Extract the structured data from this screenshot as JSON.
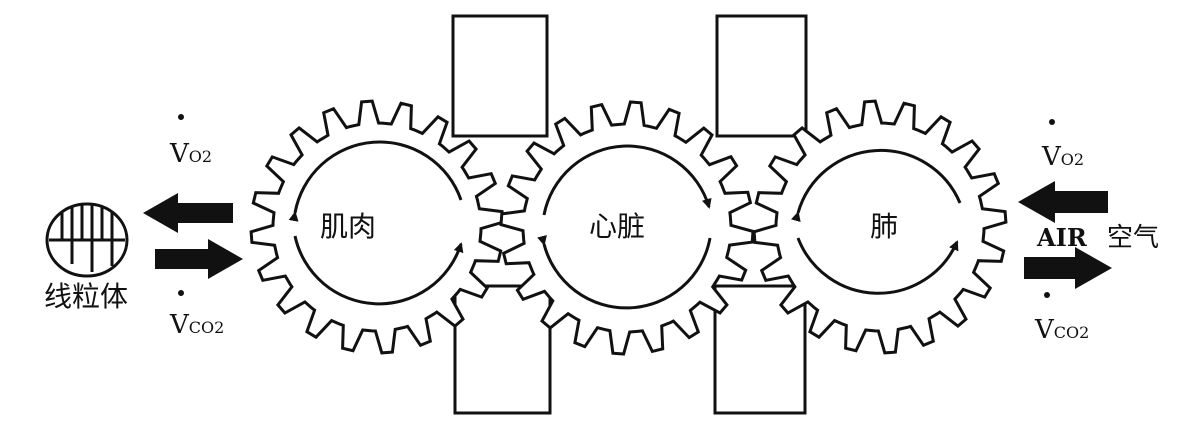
{
  "gears": [
    {
      "id": "muscle",
      "label": "肌肉"
    },
    {
      "id": "heart",
      "label": "心脏"
    },
    {
      "id": "lung",
      "label": "肺"
    }
  ],
  "mitochondria": {
    "label": "线粒体"
  },
  "left": {
    "o2": {
      "v": "V",
      "sub": "O2"
    },
    "co2": {
      "v": "V",
      "sub": "CO2"
    }
  },
  "right": {
    "o2": {
      "v": "V",
      "sub": "O2"
    },
    "co2": {
      "v": "V",
      "sub": "CO2"
    },
    "air": "AIR",
    "air_cn": "空气"
  },
  "colors": {
    "ink": "#111111",
    "background": "#ffffff"
  }
}
